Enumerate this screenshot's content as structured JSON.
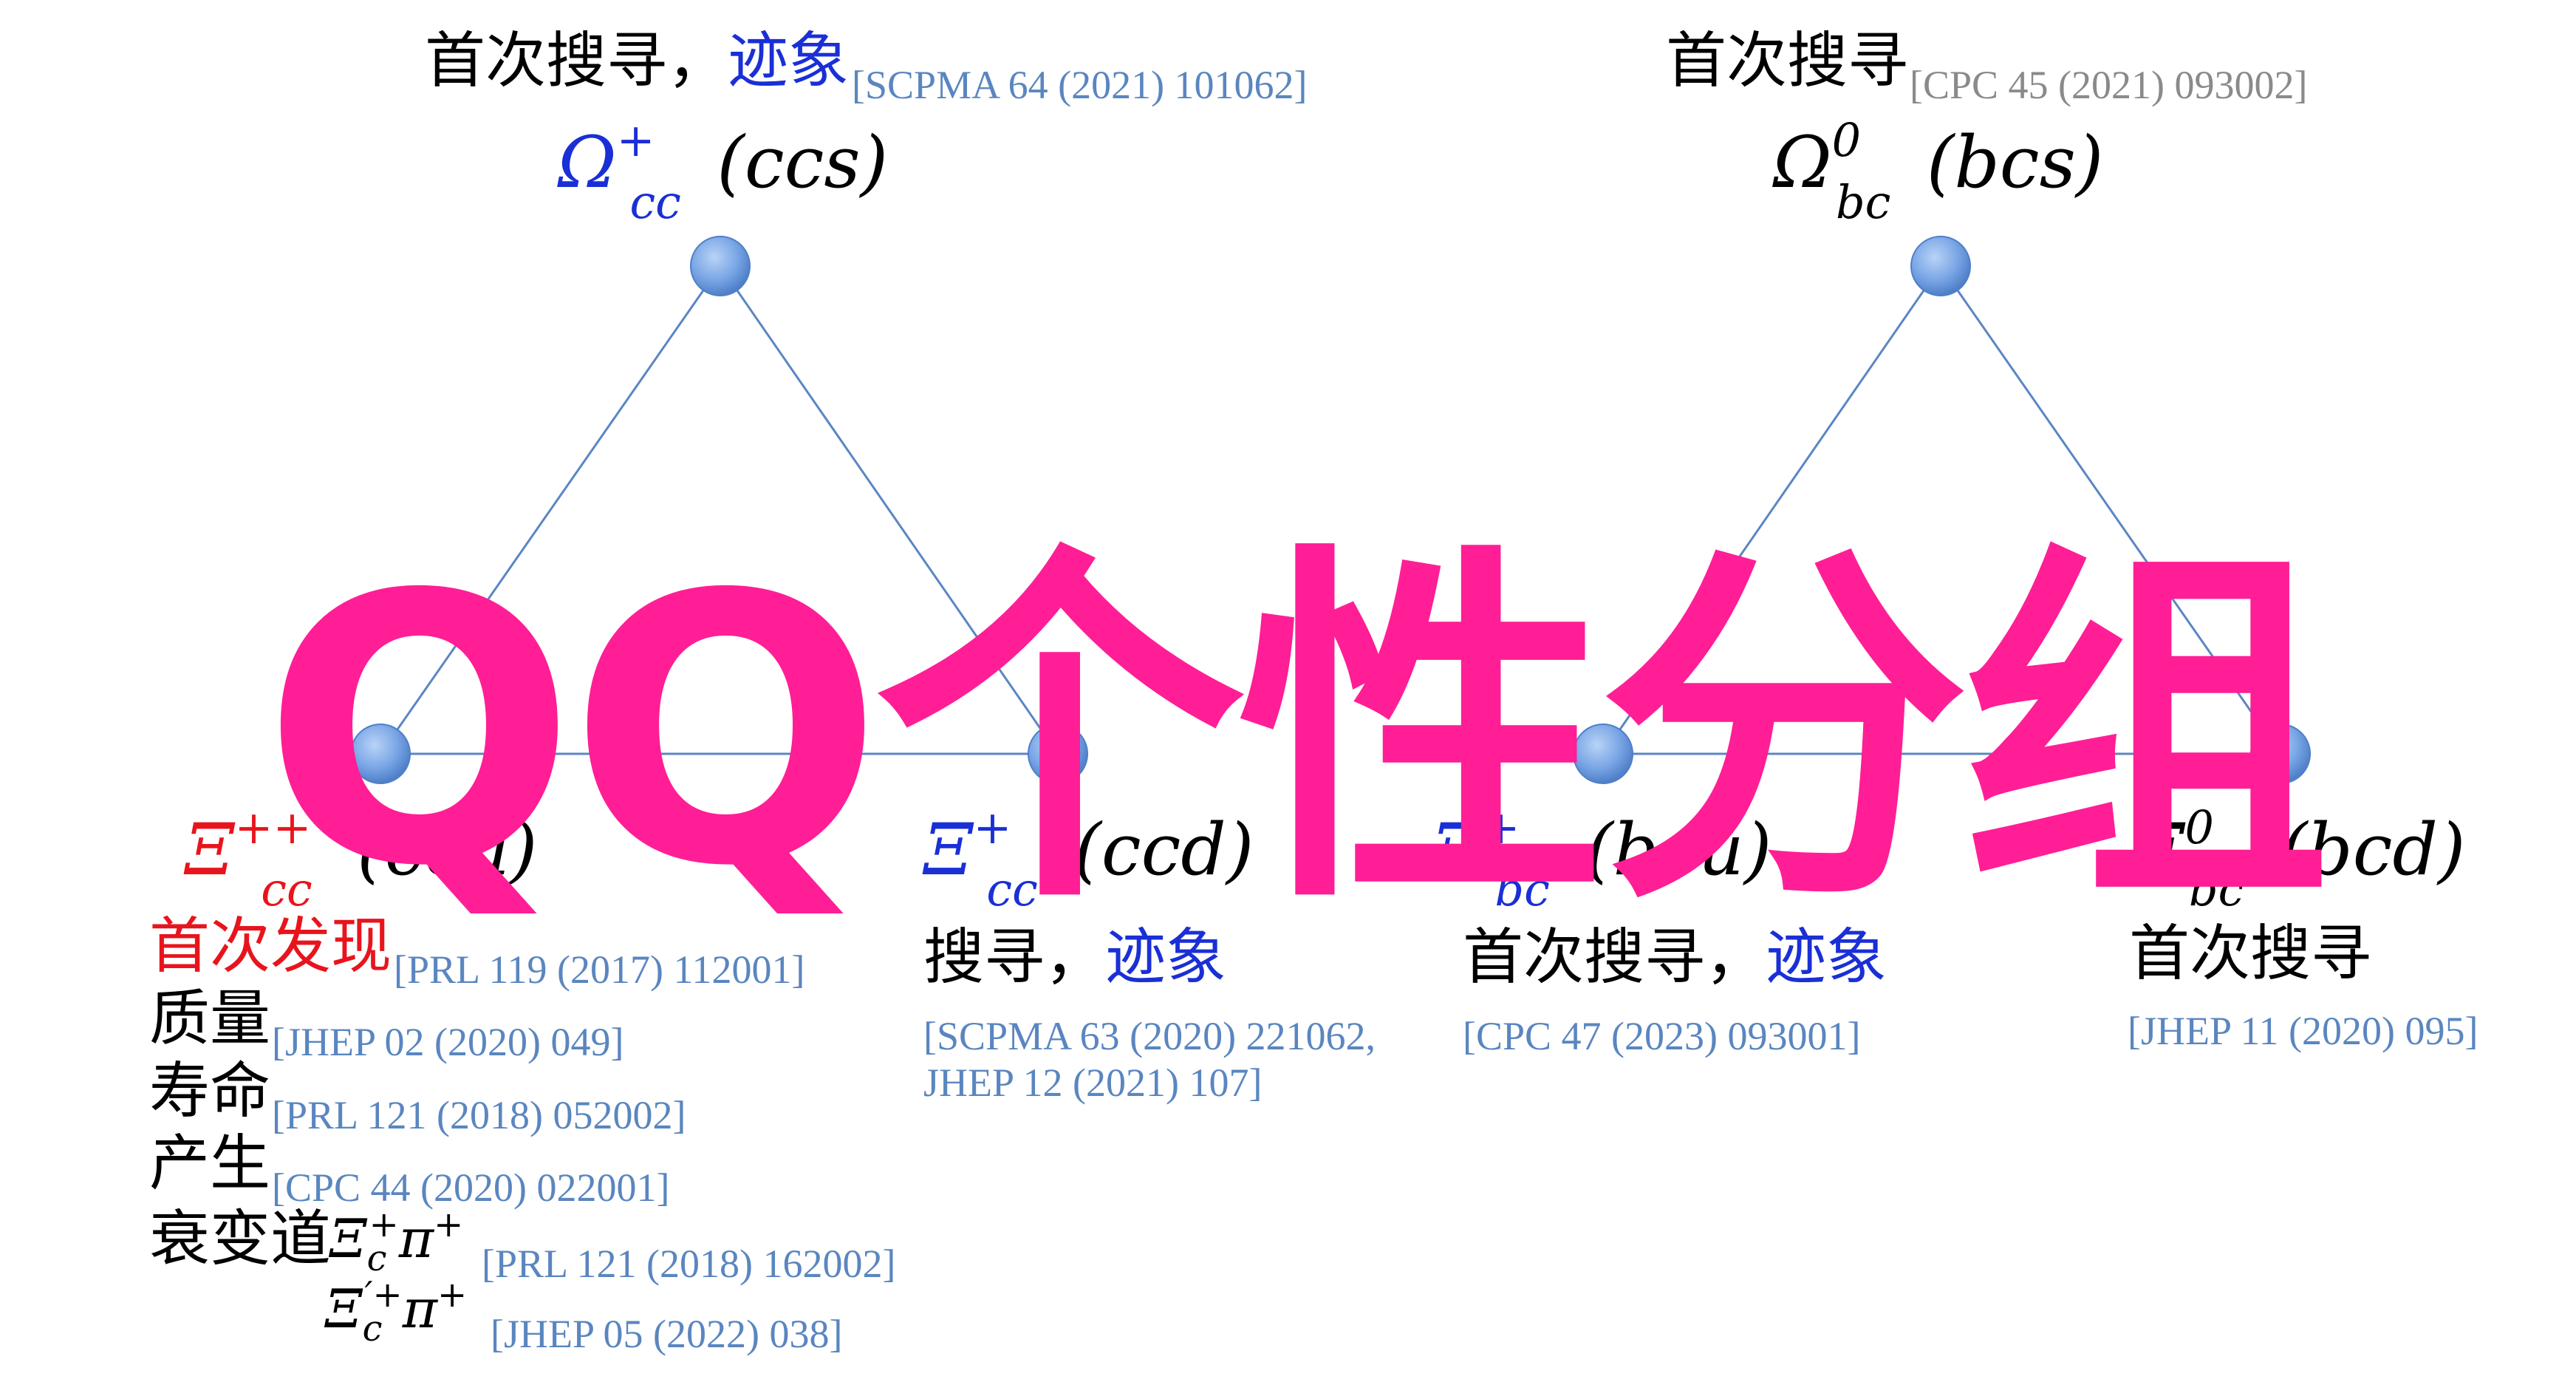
{
  "watermark": "QQ个性分组",
  "triangles": [
    {
      "top": {
        "status_black": "首次搜寻，",
        "status_blue": "迹象",
        "ref": "[SCPMA 64 (2021) 101062]",
        "symbol": "Ω",
        "charge": "+",
        "sub": "cc",
        "quarks": "(ccs)"
      },
      "left": {
        "symbol": "Ξ",
        "charge": "++",
        "sub": "cc",
        "quarks": "(ccu)",
        "discovery": "首次发现",
        "discovery_ref": "[PRL 119 (2017) 112001]",
        "properties": [
          {
            "label": "质量",
            "ref": "[JHEP 02 (2020) 049]"
          },
          {
            "label": "寿命",
            "ref": "[PRL 121 (2018) 052002]"
          },
          {
            "label": "产生",
            "ref": "[CPC 44 (2020) 022001]"
          }
        ],
        "decay_label": "衰变道",
        "decays": [
          {
            "mode": "Ξc+π+",
            "ref": "[PRL 121 (2018) 162002]"
          },
          {
            "mode": "Ξc′+π+",
            "ref": "[JHEP 05 (2022) 038]"
          }
        ]
      },
      "right": {
        "symbol": "Ξ",
        "charge": "+",
        "sub": "cc",
        "quarks": "(ccd)",
        "status_black": "搜寻，",
        "status_blue": "迹象",
        "ref_line1": "[SCPMA 63 (2020) 221062,",
        "ref_line2": "JHEP 12 (2021) 107]"
      }
    },
    {
      "top": {
        "status_black": "首次搜寻",
        "ref": "[CPC 45 (2021) 093002]",
        "symbol": "Ω",
        "charge": "0",
        "sub": "bc",
        "quarks": "(bcs)"
      },
      "left": {
        "symbol": "Ξ",
        "charge": "+",
        "sub": "bc",
        "quarks": "(bcu)",
        "status_black": "首次搜寻，",
        "status_blue": "迹象",
        "ref": "[CPC 47 (2023) 093001]"
      },
      "right": {
        "symbol": "Ξ",
        "charge": "0",
        "sub": "bc",
        "quarks": "(bcd)",
        "status_black": "首次搜寻",
        "ref": "[JHEP 11 (2020) 095]"
      }
    }
  ],
  "colors": {
    "line": "#5b86c3",
    "node_fill": "#7aa6e6",
    "red": "#e8141d",
    "blue": "#1a2fd6",
    "ref": "#5a86c0",
    "watermark": "#ff1e96"
  }
}
